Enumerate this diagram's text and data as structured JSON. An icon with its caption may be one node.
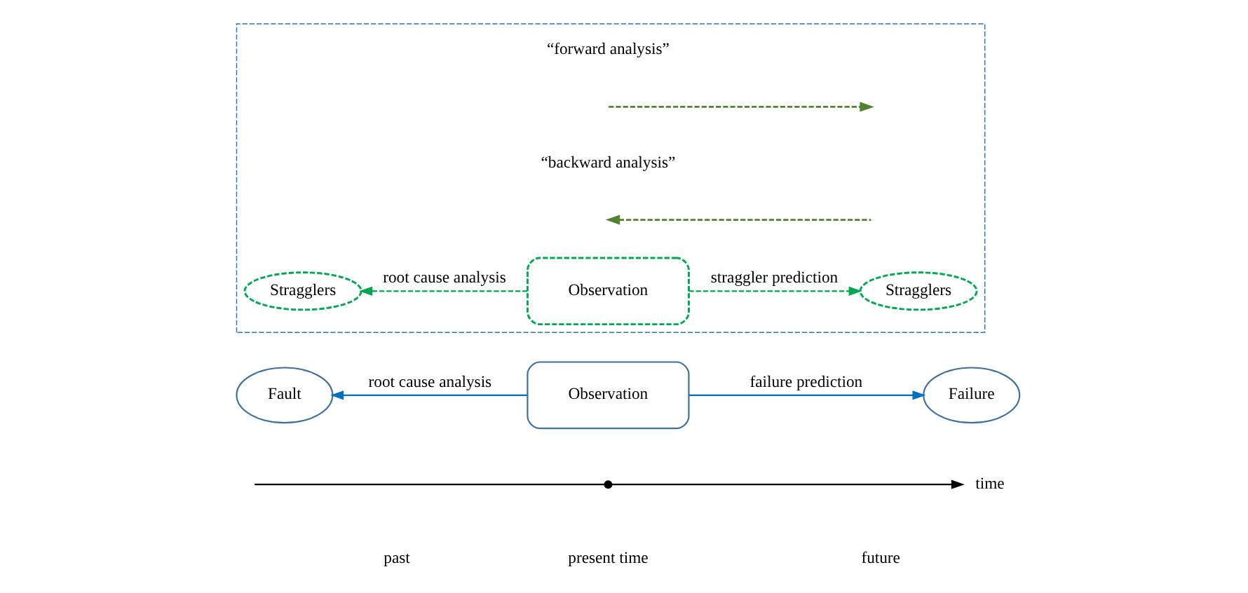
{
  "diagram": {
    "nodes": [
      {
        "text": [],
        "shape": "box"
      },
      {
        "text": [
          "Stragglers"
        ],
        "in": 0
      },
      {
        "text": [
          "Observation"
        ],
        "in": 0
      },
      {
        "text": [
          "Stragglers"
        ],
        "in": 0
      },
      {
        "text": [
          "Fault"
        ]
      },
      {
        "text": [
          "Observation"
        ]
      },
      {
        "text": [
          "Failure"
        ]
      }
    ],
    "edges": [
      {
        "from": 2,
        "to": 1,
        "arrow": "to",
        "label": "root cause analysis",
        "style": "dashed",
        "color": "#00a651"
      },
      {
        "from": 2,
        "to": 3,
        "arrow": "to",
        "label": "straggler prediction",
        "style": "dashed",
        "color": "#00a651"
      },
      {
        "from": 5,
        "to": 4,
        "arrow": "to",
        "label": "root cause analysis",
        "color": "#0070c0"
      },
      {
        "from": 5,
        "to": 6,
        "arrow": "to",
        "label": "failure prediction",
        "color": "#0070c0"
      }
    ],
    "labels": [
      "time",
      "past",
      "present time",
      "future"
    ],
    "legend": [
      {
        "text": "“forward analysis”"
      },
      {
        "text": "“backward analysis”"
      }
    ]
  }
}
